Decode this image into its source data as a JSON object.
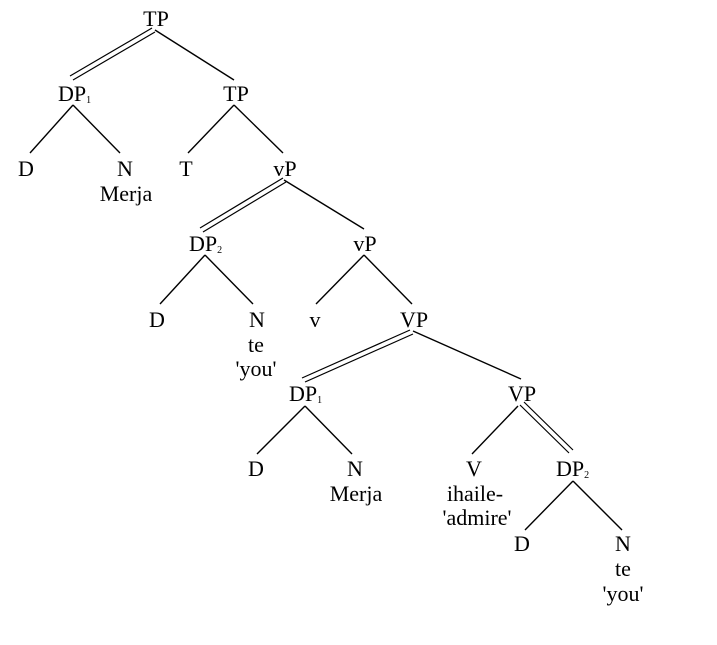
{
  "nodes": {
    "tp_root": "TP",
    "dp1_top": "DP",
    "dp1_top_sub": "1",
    "tp_mid": "TP",
    "d1": "D",
    "n1": "N",
    "merja1": "Merja",
    "t": "T",
    "vp_upper": "vP",
    "dp2_mid": "DP",
    "dp2_mid_sub": "2",
    "vp_lower": "vP",
    "d2": "D",
    "n2": "N",
    "te1": "te",
    "you1": "'you'",
    "v": "v",
    "VP_upper": "VP",
    "dp1_low": "DP",
    "dp1_low_sub": "1",
    "VP_lower": "VP",
    "d3": "D",
    "n3": "N",
    "merja2": "Merja",
    "V": "V",
    "verb": "ihaile-",
    "verb_gloss": "'admire'",
    "dp2_low": "DP",
    "dp2_low_sub": "2",
    "d4": "D",
    "n4": "N",
    "te2": "te",
    "you2": "'you'"
  }
}
